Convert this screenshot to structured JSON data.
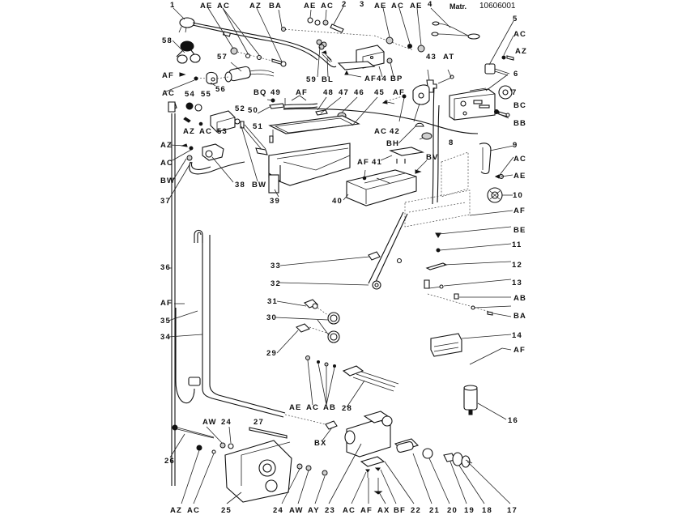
{
  "header": {
    "matr_label": "Matr.",
    "matr_number": "10606001"
  },
  "labels": {
    "l1": "1",
    "l2": "2",
    "l3": "3",
    "l4": "4",
    "l5": "5",
    "l6": "6",
    "l7": "7",
    "l8": "8",
    "l9": "9",
    "l10": "10",
    "l11": "11",
    "l12": "12",
    "l13": "13",
    "l14": "14",
    "l16": "16",
    "l17": "17",
    "l18": "18",
    "l19": "19",
    "l20": "20",
    "l21": "21",
    "l22": "22",
    "l23": "23",
    "l24a": "24",
    "l24b": "24",
    "l25": "25",
    "l26": "26",
    "l27": "27",
    "l28": "28",
    "l29": "29",
    "l30": "30",
    "l31": "31",
    "l32": "32",
    "l33": "33",
    "l34": "34",
    "l35": "35",
    "l36": "36",
    "l37": "37",
    "l38": "38",
    "l39": "39",
    "l40": "40",
    "l41": "41",
    "l42": "42",
    "l43": "43",
    "l44": "44",
    "l45": "45",
    "l46": "46",
    "l47": "47",
    "l48": "48",
    "l49": "49",
    "l50": "50",
    "l51": "51",
    "l52": "52",
    "l53": "53",
    "l54": "54",
    "l55": "55",
    "l56": "56",
    "l57": "57",
    "l58": "58",
    "l59": "59",
    "ae1": "AE",
    "ac1": "AC",
    "az1": "AZ",
    "ba1": "BA",
    "ae2": "AE",
    "ac2": "AC",
    "ae3": "AE",
    "ac3": "AC",
    "ae4": "AE",
    "ac5": "AC",
    "az5": "AZ",
    "bc": "BC",
    "bb": "BB",
    "ac9": "AC",
    "ae9": "AE",
    "af10": "AF",
    "be": "BE",
    "ab13": "AB",
    "ba13": "BA",
    "af14": "AF",
    "at": "AT",
    "bp": "BP",
    "af44": "AF",
    "bl": "BL",
    "bq": "BQ",
    "af48": "AF",
    "af45": "AF",
    "ac42": "AC",
    "bh": "BH",
    "bv": "BV",
    "af41": "AF",
    "af56": "AF",
    "ac56": "AC",
    "az53": "AZ",
    "ac53": "AC",
    "az37": "AZ",
    "ac37": "AC",
    "bw37": "BW",
    "bw38": "BW",
    "af35": "AF",
    "ae28": "AE",
    "ac28": "AC",
    "ab28": "AB",
    "bx": "BX",
    "aw24": "AW",
    "az25": "AZ",
    "ac25": "AC",
    "aw25": "AW",
    "ay": "AY",
    "ac23": "AC",
    "af23": "AF",
    "ax": "AX",
    "bf": "BF"
  },
  "colors": {
    "ink": "#111111",
    "paper": "#ffffff"
  }
}
